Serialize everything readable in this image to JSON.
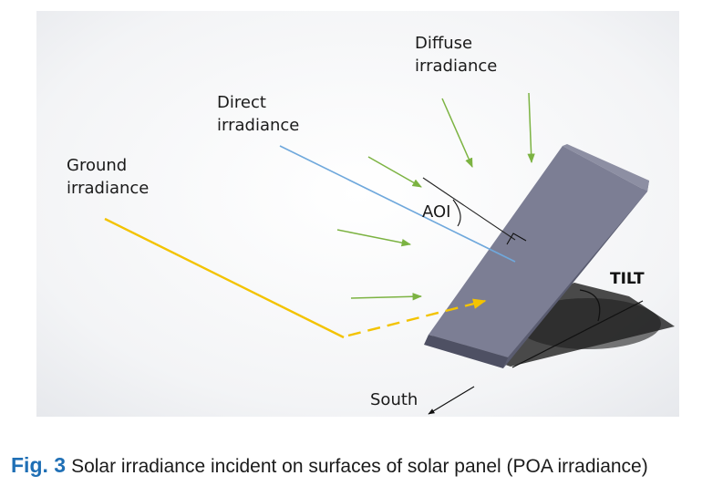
{
  "labels": {
    "diffuse_line1": "Diffuse",
    "diffuse_line2": "irradiance",
    "direct_line1": "Direct",
    "direct_line2": "irradiance",
    "ground_line1": "Ground",
    "ground_line2": "irradiance",
    "aoi": "AOI",
    "tilt": "TILT",
    "south": "South"
  },
  "caption": {
    "fig_label": "Fig. 3",
    "text": "Solar irradiance incident on surfaces of solar panel (POA irradiance)"
  },
  "colors": {
    "diffuse_arrow": "#7cb342",
    "direct_ray": "#6fa8dc",
    "ground_ray": "#f3c300",
    "panel_face": "#7c7e94",
    "caption_fig": "#1f6fb5"
  }
}
